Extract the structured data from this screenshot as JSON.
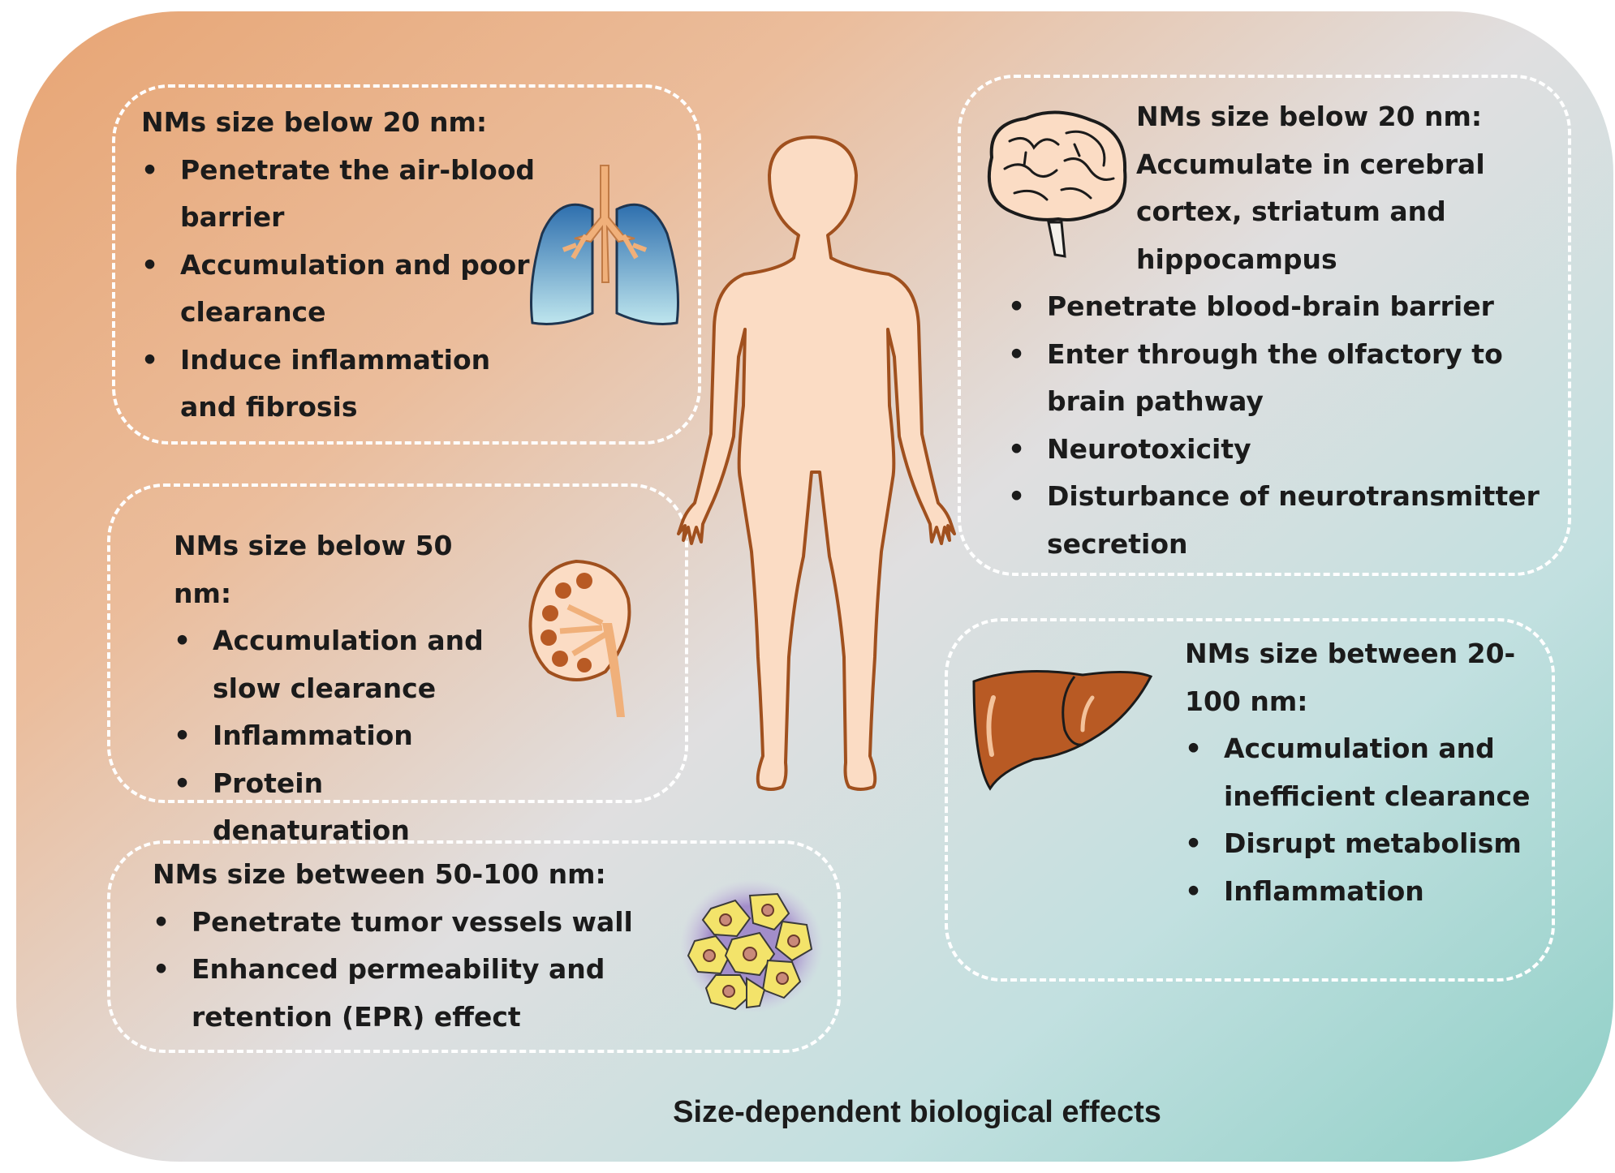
{
  "title": "Size-dependent biological effects",
  "panels": {
    "lungs": {
      "heading": "NMs size below 20 nm:",
      "items": [
        "Penetrate the air-blood barrier",
        "Accumulation and poor clearance",
        "Induce inflammation and fibrosis"
      ]
    },
    "brain": {
      "heading": "NMs size below 20 nm:",
      "items": [
        "Accumulate in cerebral cortex, striatum and hippocampus",
        "Penetrate blood-brain barrier",
        "Enter through the olfactory to brain pathway",
        "Neurotoxicity",
        "Disturbance of neurotransmitter secretion"
      ]
    },
    "kidney": {
      "heading": "NMs size below 50 nm:",
      "items": [
        "Accumulation and slow clearance",
        "Inflammation",
        "Protein denaturation"
      ]
    },
    "liver": {
      "heading": "NMs size between 20-100 nm:",
      "items": [
        "Accumulation and inefficient clearance",
        "Disrupt metabolism",
        "Inflammation"
      ]
    },
    "tumor": {
      "heading": "NMs size between 50-100 nm:",
      "items": [
        "Penetrate tumor vessels wall",
        "Enhanced permeability and retention (EPR) effect"
      ]
    }
  },
  "colors": {
    "background_start": "#e7a574",
    "background_end": "#8ecfc6",
    "body_fill": "#fbdcc4",
    "body_outline": "#a0501e",
    "liver": "#b85a24",
    "lungs": "#4a8ec4"
  }
}
